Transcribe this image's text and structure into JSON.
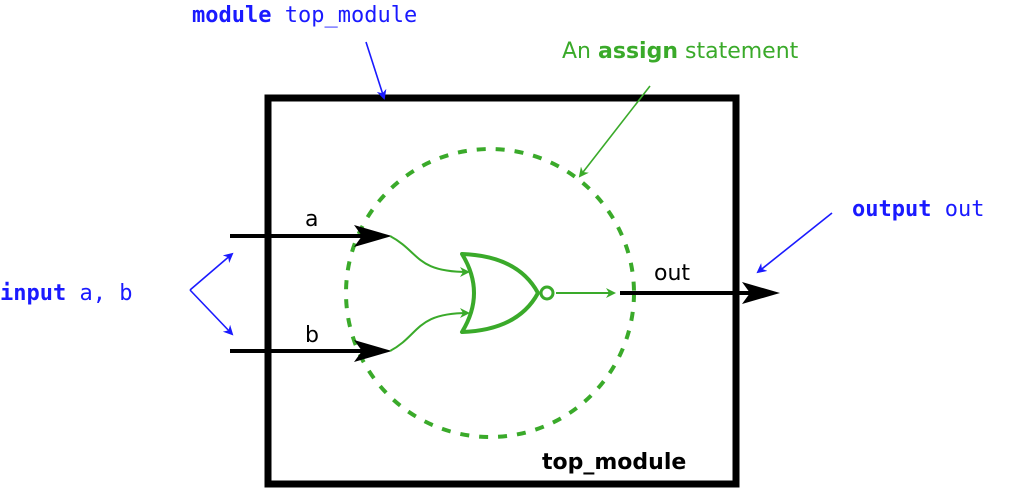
{
  "labels": {
    "module_keyword": "module",
    "module_name": "top_module",
    "assign_prefix": "An",
    "assign_keyword": "assign",
    "assign_suffix": "statement",
    "output_keyword": "output",
    "output_name": "out",
    "input_keyword": "input",
    "input_names": "a, b",
    "wire_a": "a",
    "wire_b": "b",
    "wire_out": "out",
    "box_title": "top_module"
  },
  "colors": {
    "keyword_blue": "#1a1aff",
    "assign_green": "#3aaa2a",
    "wire_black": "#000000"
  },
  "gate": {
    "type": "NOR"
  }
}
